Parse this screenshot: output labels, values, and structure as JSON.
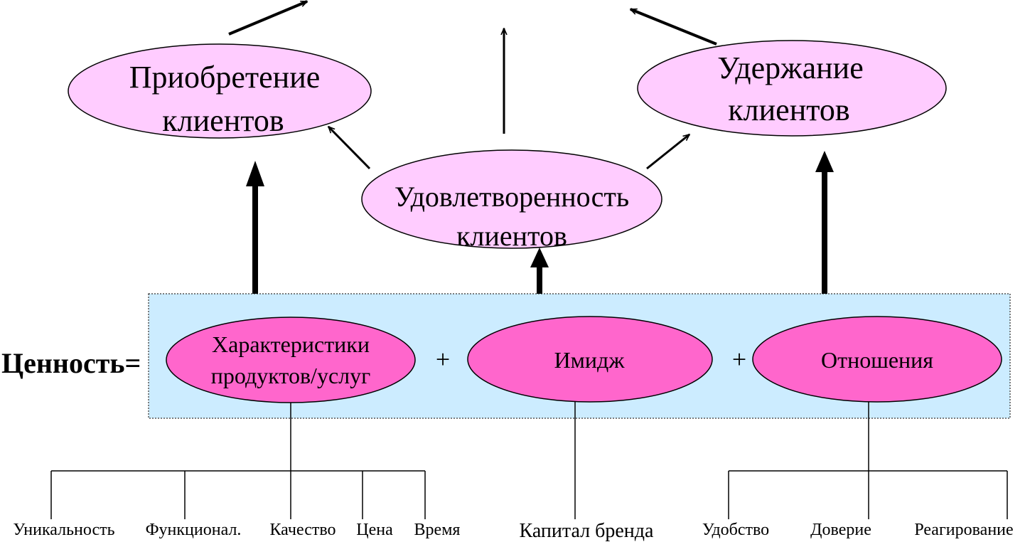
{
  "colors": {
    "top_ellipse_fill": "#ffccff",
    "value_ellipse_fill": "#ff66cc",
    "value_box_fill": "#ccecff",
    "line": "#000000"
  },
  "top": {
    "acquisition": {
      "line1": "Приобретение",
      "line2": "клиентов"
    },
    "retention": {
      "line1": "Удержание",
      "line2": "клиентов"
    },
    "satisfaction": {
      "line1": "Удовлетворенность",
      "line2": "клиентов"
    }
  },
  "value": {
    "label": "Ценность=",
    "characteristics": {
      "line1": "Характеристики",
      "line2": "продуктов/услуг"
    },
    "plus1": "+",
    "image": "Имидж",
    "plus2": "+",
    "relations": "Отношения"
  },
  "bottom": {
    "characteristics_items": [
      "Уникальность",
      "Функционал.",
      "Качество",
      "Цена",
      "Время"
    ],
    "image_item": "Капитал бренда",
    "relations_items": [
      "Удобство",
      "Доверие",
      "Реагирование"
    ]
  }
}
